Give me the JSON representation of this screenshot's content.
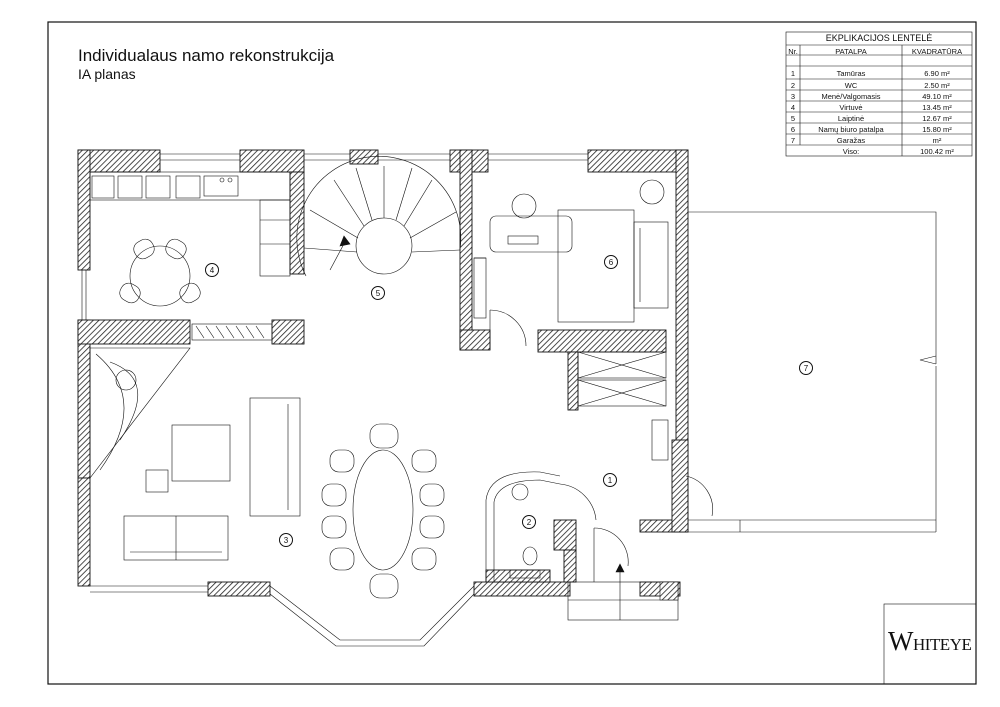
{
  "drawing": {
    "title": "Individualaus namo rekonstrukcija",
    "subtitle": "IA planas"
  },
  "explication": {
    "title": "EKPLIKACIJOS LENTELĖ",
    "headers": [
      "Nr.",
      "PATALPA",
      "KVADRATŪRA"
    ],
    "rows": [
      {
        "nr": "1",
        "name": "Tamūras",
        "area": "6.90 m²"
      },
      {
        "nr": "2",
        "name": "WC",
        "area": "2.50 m²"
      },
      {
        "nr": "3",
        "name": "Menė/Valgomasis",
        "area": "49.10 m²"
      },
      {
        "nr": "4",
        "name": "Virtuvė",
        "area": "13.45 m²"
      },
      {
        "nr": "5",
        "name": "Laiptinė",
        "area": "12.67 m²"
      },
      {
        "nr": "6",
        "name": "Namų biuro patalpa",
        "area": "15.80 m²"
      },
      {
        "nr": "7",
        "name": "Garažas",
        "area": "m²"
      }
    ],
    "total_label": "Viso:",
    "total_area": "100.42 m²"
  },
  "rooms": [
    "1",
    "2",
    "3",
    "4",
    "5",
    "6",
    "7"
  ],
  "logo": {
    "big": "W",
    "text": "HITEYE"
  }
}
